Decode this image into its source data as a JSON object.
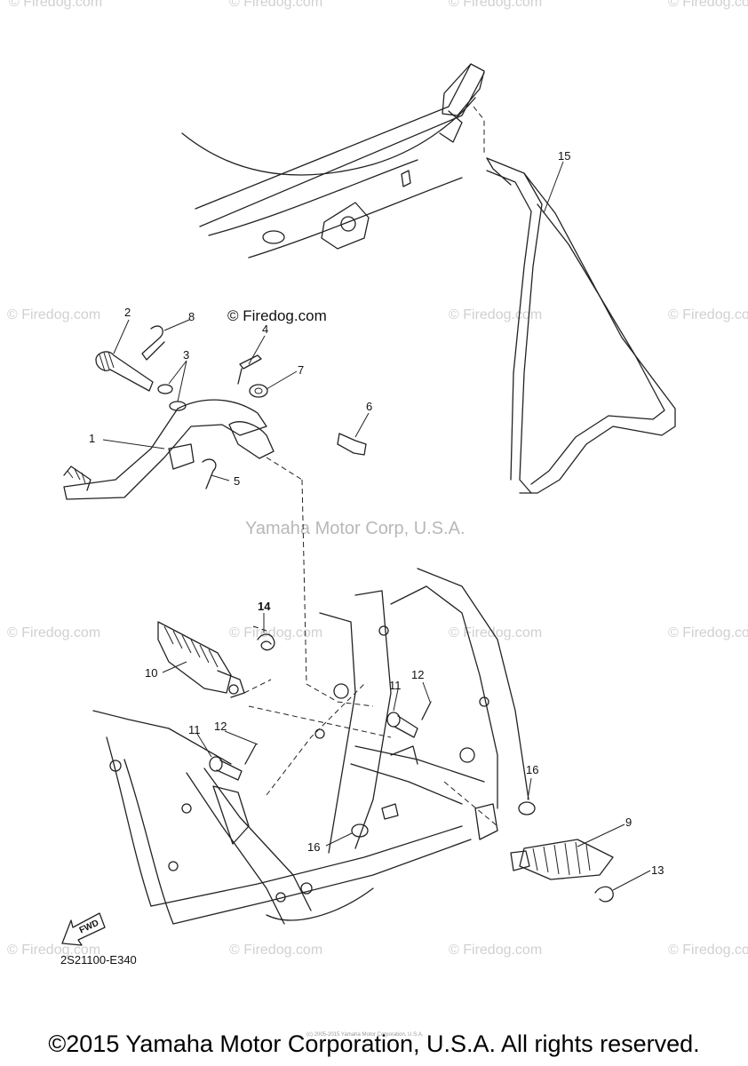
{
  "watermarks": {
    "firedog": "© Firedog.com",
    "yamaha": "Yamaha Motor Corp, U.S.A."
  },
  "diagram_code": "2S21100-E340",
  "fwd_label": "FWD",
  "footer": "©2015 Yamaha Motor Corporation, U.S.A. All rights reserved.",
  "fine_print": "(c) 2005-2015 Yamaha Motor Corporation, U.S.A.",
  "callouts": {
    "c1": "1",
    "c2": "2",
    "c3": "3",
    "c4": "4",
    "c5": "5",
    "c6": "6",
    "c7": "7",
    "c8": "8",
    "c9": "9",
    "c10": "10",
    "c11a": "11",
    "c11b": "11",
    "c12a": "12",
    "c12b": "12",
    "c13": "13",
    "c14": "14",
    "c15": "15",
    "c16a": "16",
    "c16b": "16"
  }
}
